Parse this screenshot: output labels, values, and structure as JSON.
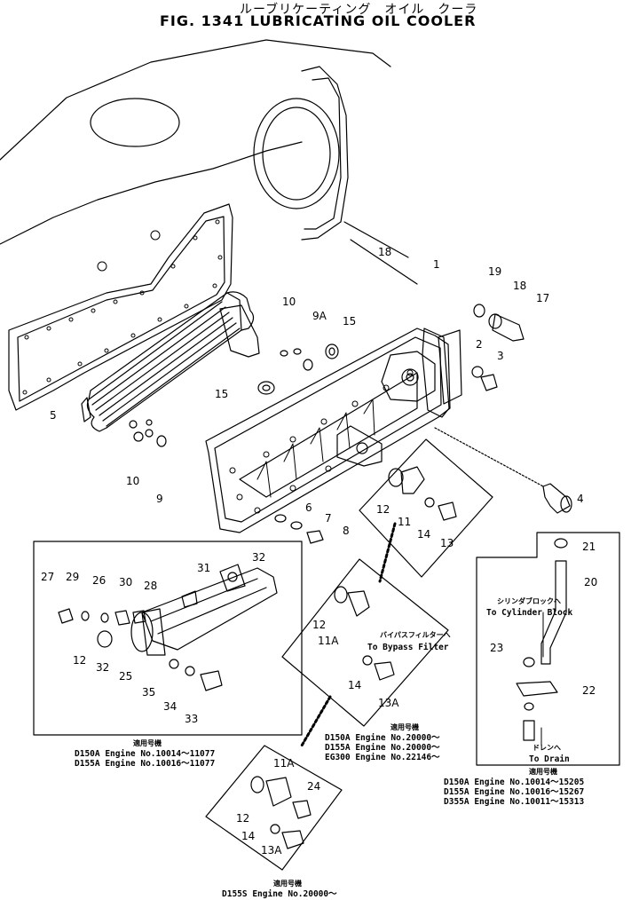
{
  "header": {
    "title_jp": "ルーブリケーティング　オイル　クーラ",
    "title_en": "FIG. 1341   LUBRICATING  OIL  COOLER"
  },
  "callouts": [
    "1",
    "2",
    "3",
    "4",
    "5",
    "6",
    "7",
    "8",
    "9",
    "9A",
    "10",
    "10",
    "11",
    "11A",
    "11A",
    "12",
    "12",
    "12",
    "12",
    "13",
    "13A",
    "13A",
    "14",
    "14",
    "14",
    "15",
    "15",
    "17",
    "18",
    "18",
    "19",
    "20",
    "21",
    "22",
    "23",
    "24",
    "25",
    "26",
    "27",
    "28",
    "29",
    "30",
    "31",
    "32",
    "32",
    "33",
    "34",
    "35"
  ],
  "labels": {
    "to_bypass_jp": "バイパスフィルターへ",
    "to_bypass": "To Bypass Filter",
    "to_cylinder_jp": "シリンダブロックへ",
    "to_cylinder": "To Cylinder Block",
    "to_drain_jp": "ドレンへ",
    "to_drain": "To Drain"
  },
  "applicability": [
    {
      "heading_jp": "適用号機",
      "lines": [
        "D150A Engine No.10014～11077",
        "D155A Engine No.10016～11077"
      ]
    },
    {
      "heading_jp": "適用号機",
      "lines": [
        "D150A  Engine No.20000～",
        "D155A  Engine No.20000～",
        "EG300  Engine No.22146～"
      ]
    },
    {
      "heading_jp": "適用号機",
      "lines": [
        "D150A  Engine No.10014～15205",
        "D155A  Engine No.10016～15267",
        "D355A  Engine No.10011～15313"
      ]
    },
    {
      "heading_jp": "適用号機",
      "lines": [
        "D155S Engine No.20000～"
      ]
    }
  ]
}
